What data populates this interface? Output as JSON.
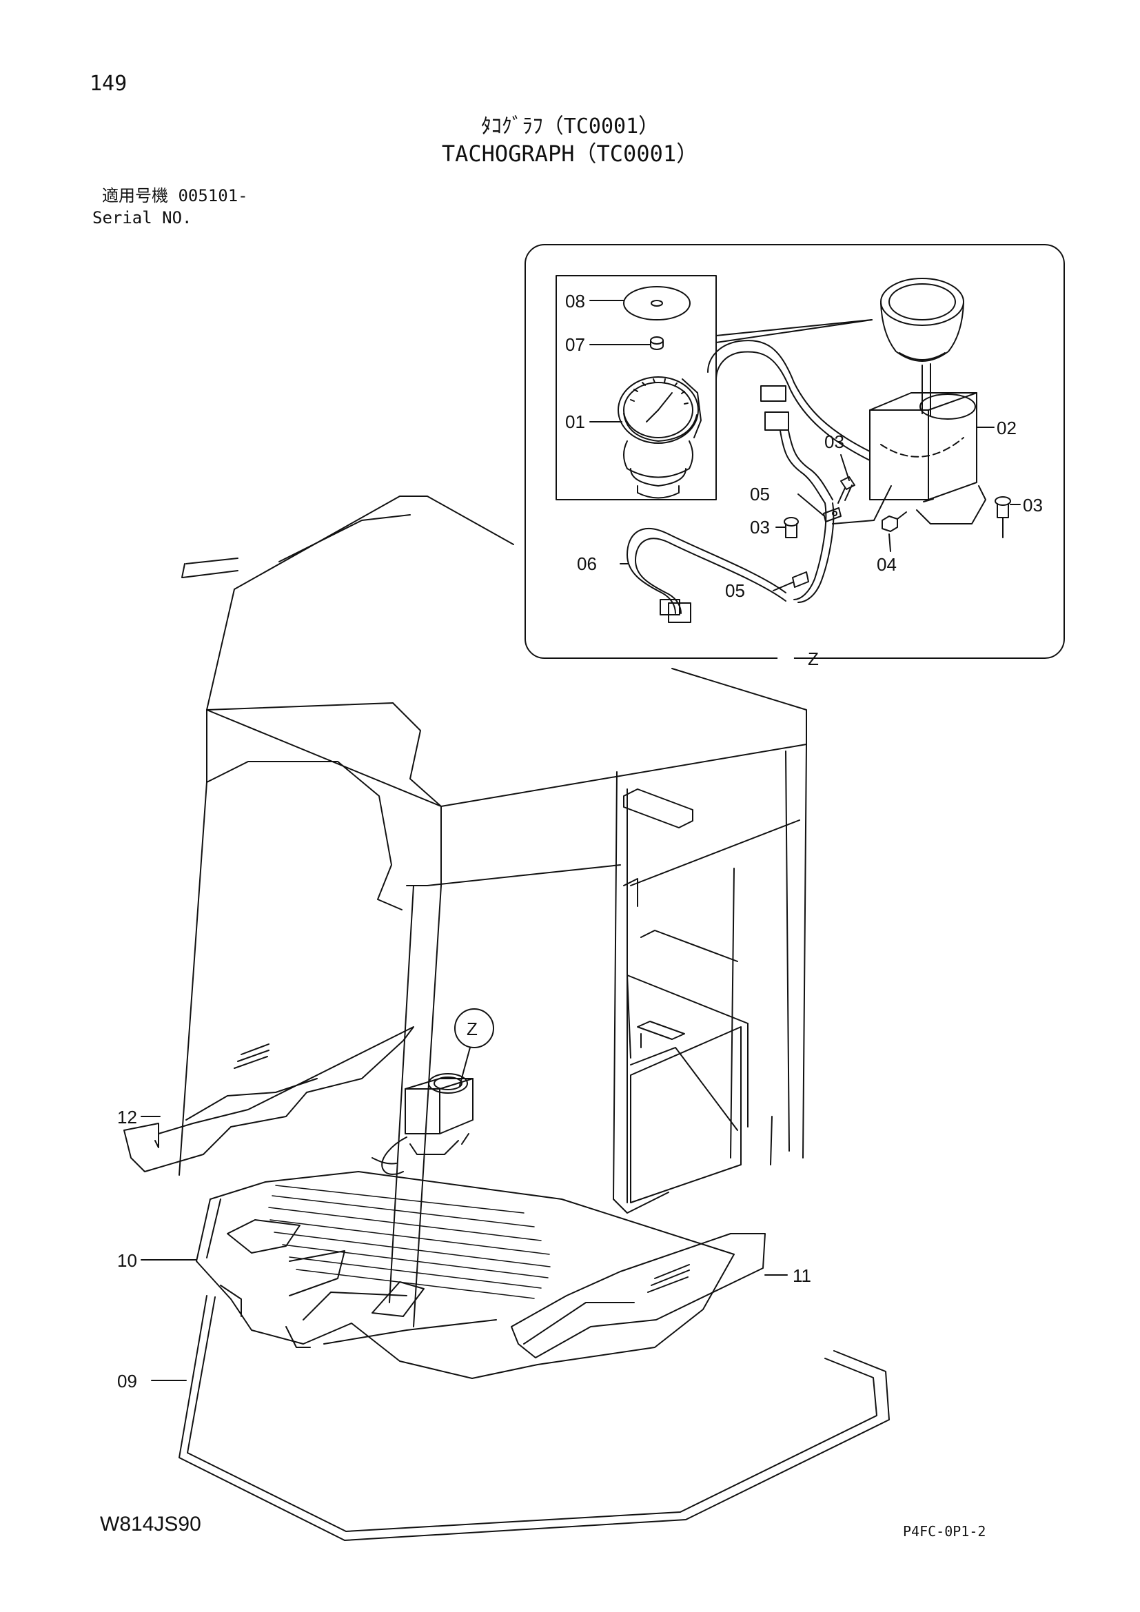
{
  "header": {
    "page_number": "149",
    "title_jp": "ﾀｺｸﾞﾗﾌ（TC0001）",
    "title_en": "TACHOGRAPH（TC0001）",
    "serial_jp": "適用号機 005101-",
    "serial_en": "Serial NO."
  },
  "callouts": {
    "detail": [
      "08",
      "07",
      "01",
      "02",
      "03",
      "03",
      "03",
      "05",
      "05",
      "06",
      "04"
    ],
    "main": [
      "12",
      "10",
      "09",
      "11"
    ]
  },
  "view_labels": {
    "detail_view": "Z",
    "main_marker": "Z"
  },
  "footer": {
    "model": "W814JS90",
    "code": "P4FC-0P1-2"
  }
}
